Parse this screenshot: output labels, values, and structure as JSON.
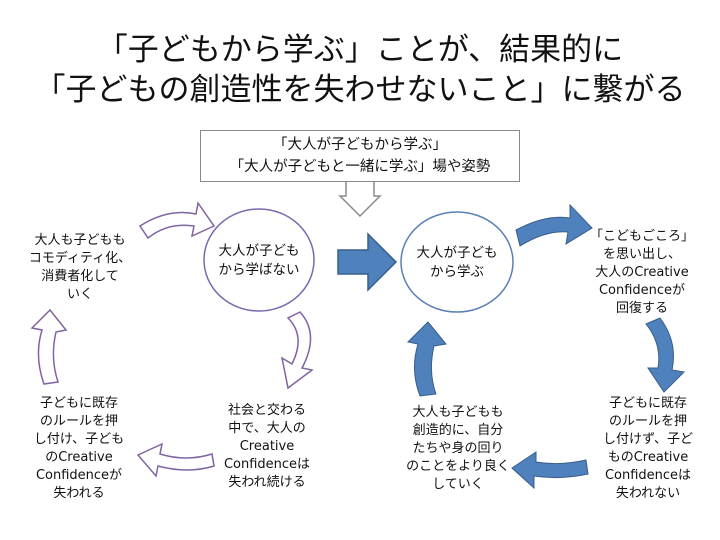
{
  "title": {
    "line1": "「子どもから学ぶ」ことが、結果的に",
    "line2": "「子どもの創造性を失わせないこと」に繋がる"
  },
  "callout": {
    "line1": "「大人が子どもから学ぶ」",
    "line2": "「大人が子どもと一緒に学ぶ」場や姿勢"
  },
  "left_cycle": {
    "center_line1": "大人が子ども",
    "center_line2": "から学ばない",
    "top_left": [
      "大人も子どもも",
      "コモディティ化、",
      "消費者化して",
      "いく"
    ],
    "bottom_left": [
      "子どもに既存",
      "のルールを押",
      "し付け、子ども",
      "のCreative",
      "Confidenceが",
      "失われる"
    ],
    "bottom_right": [
      "社会と交わる",
      "中で、大人の",
      "Creative",
      "Confidenceは",
      "失われ続ける"
    ]
  },
  "right_cycle": {
    "center_line1": "大人が子ども",
    "center_line2": "から学ぶ",
    "top_right": [
      "「こどもごころ」",
      "を思い出し、",
      "大人のCreative",
      "Confidenceが",
      "回復する"
    ],
    "bottom_right": [
      "子どもに既存",
      "のルールを押",
      "し付けず、子ど",
      "ものCreative",
      "Confidenceは",
      "失われない"
    ],
    "bottom_left": [
      "大人も子どもも",
      "創造的に、自分",
      "たちや身の回り",
      "のことをより良く",
      "していく"
    ]
  },
  "colors": {
    "accent_blue": "#4f81bd",
    "arrow_outline": "#8064a2",
    "blue_outline": "#385d8a"
  }
}
